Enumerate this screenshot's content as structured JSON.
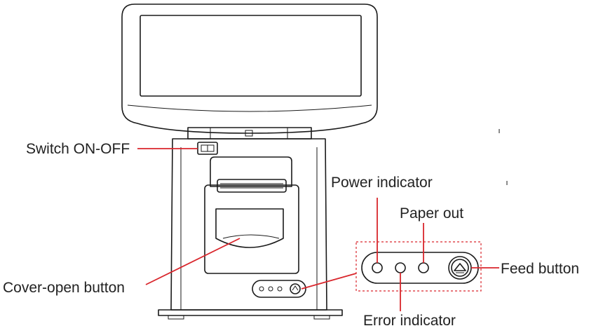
{
  "labels": {
    "switch": "Switch ON-OFF",
    "power_indicator": "Power indicator",
    "paper_out": "Paper out",
    "cover_open": "Cover-open button",
    "feed_button": "Feed button",
    "error_indicator": "Error indicator"
  },
  "colors": {
    "callout": "#d9262c",
    "outline": "#1a1a1a"
  }
}
